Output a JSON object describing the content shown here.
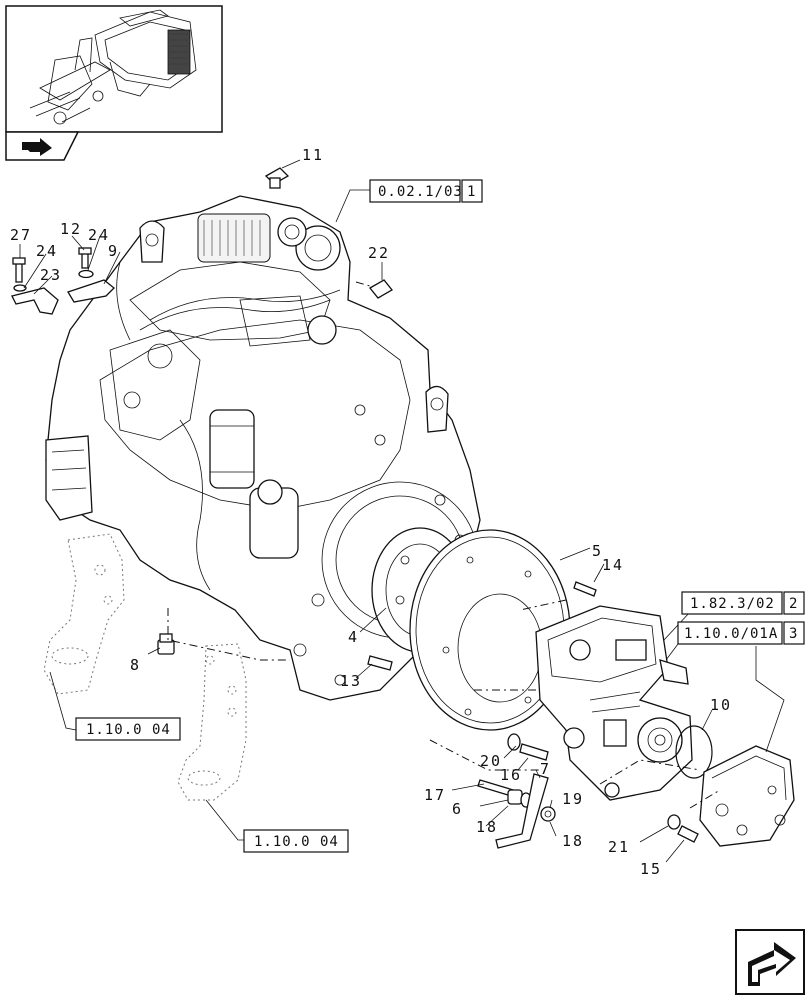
{
  "callouts": {
    "c11": "11",
    "c27": "27",
    "c12": "12",
    "c24a": "24",
    "c24b": "24",
    "c9": "9",
    "c23": "23",
    "c22": "22",
    "c5": "5",
    "c14": "14",
    "c4": "4",
    "c8": "8",
    "c13": "13",
    "c10": "10",
    "c20": "20",
    "c16": "16",
    "c17": "17",
    "c6": "6",
    "c7": "7",
    "c18a": "18",
    "c19": "19",
    "c18b": "18",
    "c21": "21",
    "c15": "15"
  },
  "references": {
    "r1_code": "0.02.1/03",
    "r1_num": "1",
    "r2_code": "1.82.3/02",
    "r2_num": "2",
    "r3_code": "1.10.0/01A",
    "r3_num": "3",
    "r4_code": "1.10.0 04",
    "r5_code": "1.10.0 04"
  },
  "icons": {
    "thumbnail": "tractor-overview-thumbnail",
    "back": "back-arrow-icon",
    "next": "next-page-arrow-icon"
  }
}
